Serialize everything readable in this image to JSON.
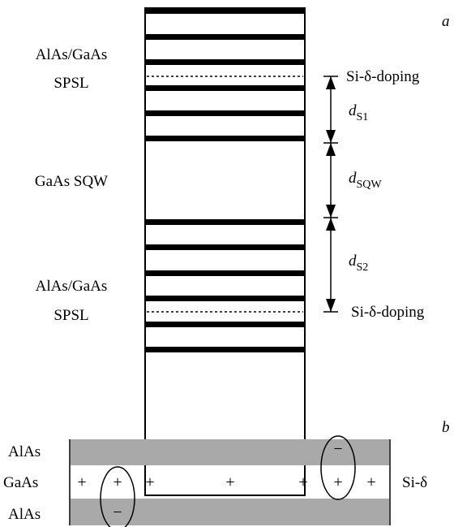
{
  "panel_a": {
    "label": "a",
    "spsl_top": {
      "line1": "AlAs/GaAs",
      "line2": "SPSL"
    },
    "sqw": "GaAs SQW",
    "spsl_bottom": {
      "line1": "AlAs/GaAs",
      "line2": "SPSL"
    },
    "doping_top": "Si-δ-doping",
    "doping_bottom": "Si-δ-doping",
    "d_s1": {
      "main": "d",
      "sub": "S1"
    },
    "d_sqw": {
      "main": "d",
      "sub": "SQW"
    },
    "d_s2": {
      "main": "d",
      "sub": "S2"
    }
  },
  "panel_b": {
    "label": "b",
    "layer_top": "AlAs",
    "layer_mid": "GaAs",
    "layer_bot": "AlAs",
    "dopant": "Si-δ",
    "plus": "+",
    "minus": "−"
  },
  "colors": {
    "barrier": "#a9a9a9",
    "line": "#000000"
  }
}
